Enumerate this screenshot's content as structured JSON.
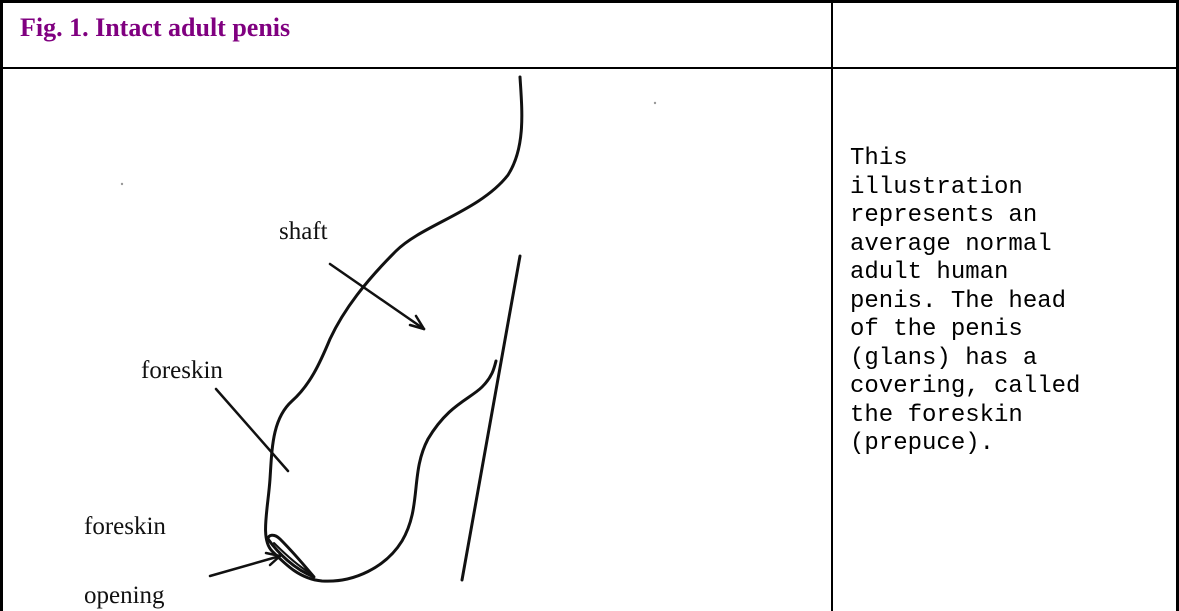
{
  "figure": {
    "title": "Fig. 1. Intact adult penis",
    "labels": {
      "shaft": "shaft",
      "foreskin": "foreskin",
      "foreskin_opening_line1": "foreskin",
      "foreskin_opening_line2": "opening"
    }
  },
  "description": "This\nillustration\nrepresents an\naverage normal\nadult human\npenis. The head\nof the penis\n(glans) has a\ncovering, called\nthe foreskin\n(prepuce).",
  "colors": {
    "title": "#800080",
    "border": "#000000",
    "drawing": "#111111"
  }
}
